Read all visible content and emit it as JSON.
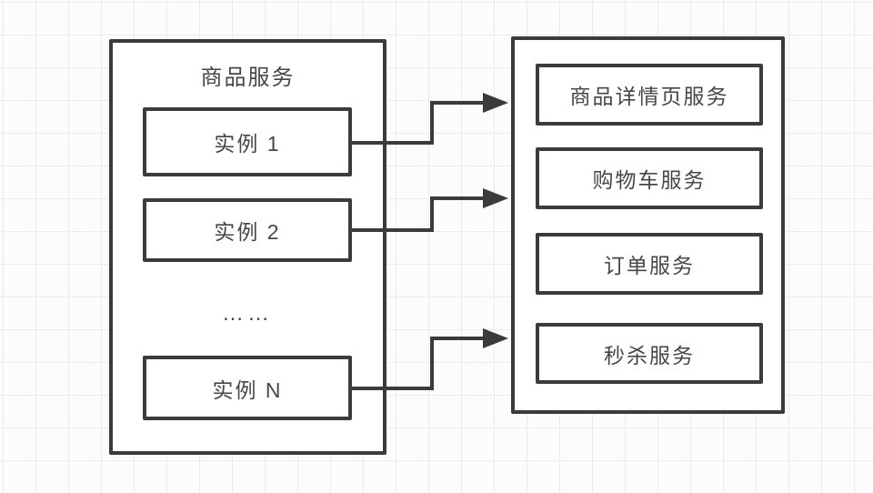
{
  "diagram": {
    "left_group": {
      "title": "商品服务",
      "instances": [
        {
          "label": "实例 1"
        },
        {
          "label": "实例 2"
        },
        {
          "label": "实例 N"
        }
      ],
      "ellipsis": "……"
    },
    "right_group": {
      "services": [
        {
          "label": "商品详情页服务"
        },
        {
          "label": "购物车服务"
        },
        {
          "label": "订单服务"
        },
        {
          "label": "秒杀服务"
        }
      ]
    },
    "colors": {
      "stroke": "#3b3b3b",
      "text": "#474747",
      "node_fill": "#ffffff",
      "background": "#fcfcfc",
      "grid_line": "#ebebeb"
    }
  }
}
